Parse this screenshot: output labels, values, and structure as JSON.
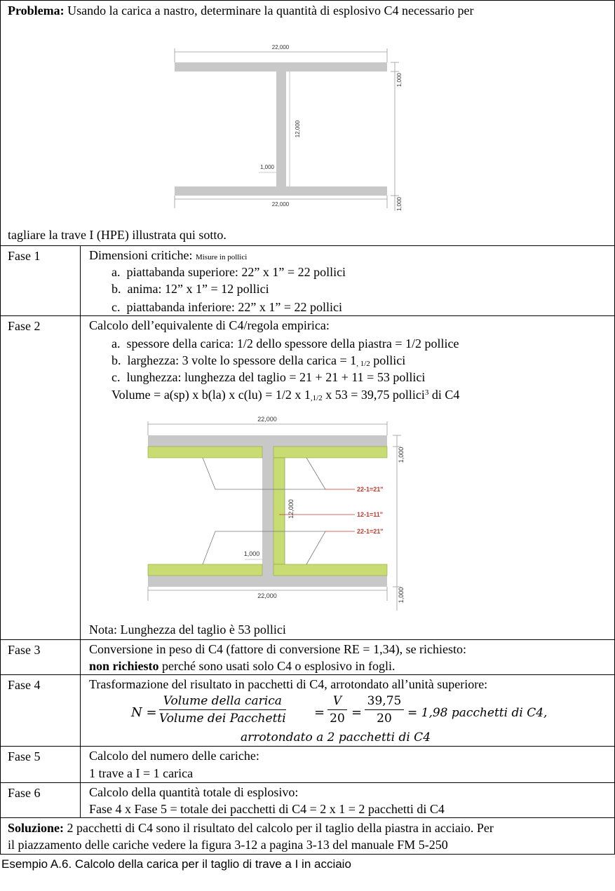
{
  "problem": {
    "label": "Problema:",
    "text": " Usando la carica a nastro, determinare la quantità di esplosivo C4 necessario per",
    "continuation": "tagliare la trave I (HPE)  illustrata qui sotto."
  },
  "figure1": {
    "dim_top_width": "22,000",
    "dim_flange_thickness": "1,000",
    "dim_web_height": "12,000",
    "dim_web_thickness": "1,000",
    "dim_bottom_width": "22,000",
    "dim_bottom_flange_thickness": "1,000"
  },
  "fase1": {
    "label": "Fase 1",
    "title": "Dimensioni critiche: ",
    "title_note": "Misure in pollici",
    "items": [
      {
        "marker": "a.",
        "text": "piattabanda superiore: 22” x 1” = 22 pollici"
      },
      {
        "marker": "b.",
        "text": "anima: 12” x 1” = 12 pollici"
      },
      {
        "marker": "c.",
        "text": "piattabanda inferiore: 22” x 1” = 22 pollici"
      }
    ]
  },
  "fase2": {
    "label": "Fase 2",
    "title": "Calcolo dell’equivalente di C4/regola empirica:",
    "item_a": {
      "marker": "a.",
      "text": "spessore della carica: 1/2 dello spessore della piastra = 1/2 pollice"
    },
    "item_b": {
      "marker": "b.",
      "text": "larghezza: 3 volte lo spessore della carica = 1",
      "sub": ", 1/2",
      "after": " pollici"
    },
    "item_c": {
      "marker": "c.",
      "text": "lunghezza: lunghezza del taglio = 21 + 21 + 11 = 53 pollici"
    },
    "volume": {
      "pre": "Volume = a(sp) x b(la) x c(lu) = 1/2 x 1",
      "sub": ",1/2",
      "mid": " x 53 = 39,75 pollici",
      "sup": "3",
      "post": " di C4"
    },
    "note": "Nota: Lunghezza del taglio è 53 pollici"
  },
  "figure2": {
    "dim_top_width": "22,000",
    "dim_flange_thickness": "1,000",
    "dim_web_height": "12,000",
    "dim_web_thickness": "1,000",
    "dim_bottom_width": "22,000",
    "dim_bottom_flange_thickness": "1,000",
    "cut_top": "22-1=21\"",
    "cut_web": "12-1=11\"",
    "cut_bottom": "22-1=21\"",
    "colors": {
      "steel": "#c8c8c8",
      "charge": "#c9dc74",
      "annotation": "#c0392b"
    }
  },
  "fase3": {
    "label": "Fase 3",
    "line1": "Conversione in peso di C4 (fattore di conversione RE = 1,34), se richiesto:",
    "line2_bold": "non richiesto",
    "line2_rest": " perché sono usati solo C4 o esplosivo in fogli."
  },
  "fase4": {
    "label": "Fase 4",
    "line1": "Trasformazione del risultato in pacchetti di C4, arrotondato all’unità superiore:",
    "n_eq": "N =",
    "frac1_num": "Volume della carica",
    "frac1_den": "Volume dei Pacchetti",
    "eq1": "=",
    "frac2_num": "V",
    "frac2_den": "20",
    "eq2": "=",
    "frac3_num": "39,75",
    "frac3_den": "20",
    "result": "= 1,98 pacchetti di C4,",
    "rounded": "arrotondato a 2 pacchetti di C4"
  },
  "fase5": {
    "label": "Fase 5",
    "line1": "Calcolo del numero delle cariche:",
    "line2": "1 trave a I = 1 carica"
  },
  "fase6": {
    "label": "Fase 6",
    "line1": "Calcolo della quantità totale di esplosivo:",
    "line2": "Fase 4 x Fase 5 = totale dei pacchetti di C4 = 2 x 1 = 2 pacchetti di C4"
  },
  "solution": {
    "label": "Soluzione:",
    "line1": " 2 pacchetti di C4 sono il risultato del calcolo per il taglio della piastra in acciaio. Per",
    "line2": "il piazzamento delle cariche vedere la figura 3-12 a pagina 3-13 del manuale FM 5-250"
  },
  "caption": "Esempio A.6.  Calcolo della carica per il taglio di trave a I in acciaio"
}
